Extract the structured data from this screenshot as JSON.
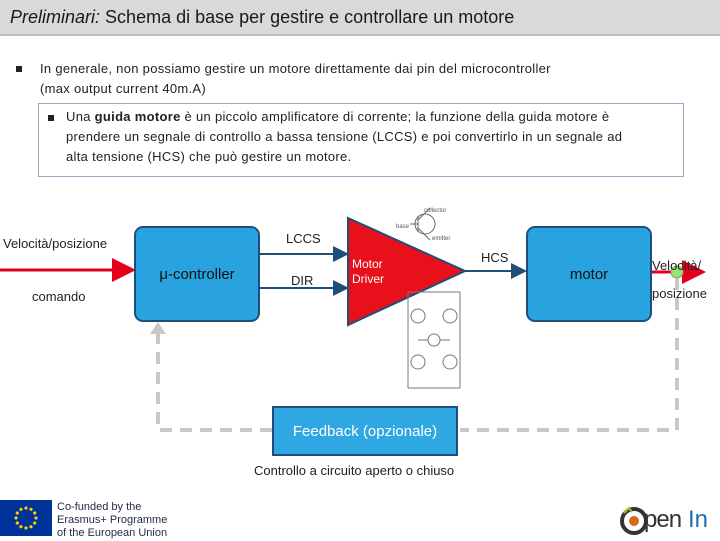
{
  "header": {
    "title_italic": "Preliminari:",
    "title_rest": "Schema di base per gestire e controllare un motore"
  },
  "bullets": {
    "b1_line1": "In generale, non possiamo gestire un motore direttamente dai pin del microcontroller",
    "b1_line2": "(max output current 40m.A)",
    "b2_pre": "Una",
    "b2_bold": "guida motore",
    "b2_line1_rest": "è un piccolo amplificatore di corrente; la funzione della guida motore è",
    "b2_line2": "prendere un segnale di controllo a bassa tensione (LCCS) e poi convertirlo in un segnale ad",
    "b2_line3": "alta tensione  (HCS) che può gestire un motore."
  },
  "diagram": {
    "input_label": "Velocità/posizione",
    "command_label": "comando",
    "controller_label": "μ-controller",
    "lccs_label": "LCCS",
    "dir_label": "DIR",
    "driver_label_1": "Motor",
    "driver_label_2": "Driver",
    "hcs_label": "HCS",
    "motor_label": "motor",
    "output_label_1": "Velocità/",
    "output_label_2": "posizione",
    "feedback_label": "Feedback (opzionale)",
    "caption": "Controllo a circuito aperto o chiuso",
    "transistor_collector": "collector",
    "transistor_base": "base",
    "transistor_emitter": "emitter"
  },
  "footer": {
    "eu_line1": "Co-funded by the",
    "eu_line2": "Erasmus+ Programme",
    "eu_line3": "of the European Union",
    "logo_text_1": "pen",
    "logo_text_2": "In"
  },
  "colors": {
    "box_blue": "#29a3df",
    "driver_red": "#e8101a",
    "signal_red": "#e2001a",
    "dashed_gray": "#c8c8c8",
    "eu_blue": "#003399",
    "eu_star": "#ffcc00"
  }
}
